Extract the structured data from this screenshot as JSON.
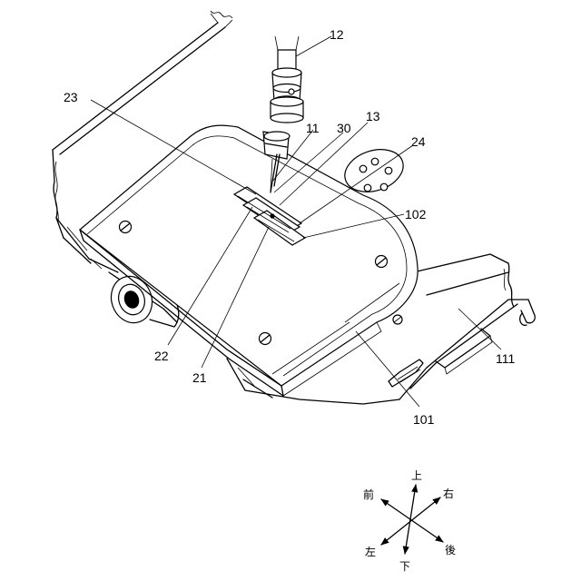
{
  "labels": {
    "needle_holder": "12",
    "needle": "11",
    "part_30": "30",
    "part_13": "13",
    "hole_plate": "24",
    "part_23": "23",
    "part_102": "102",
    "part_22": "22",
    "part_21": "21",
    "needle_plate": "101",
    "bed": "111"
  },
  "directions": {
    "up": "上",
    "down": "下",
    "front": "前",
    "back": "後",
    "left": "左",
    "right": "右"
  }
}
